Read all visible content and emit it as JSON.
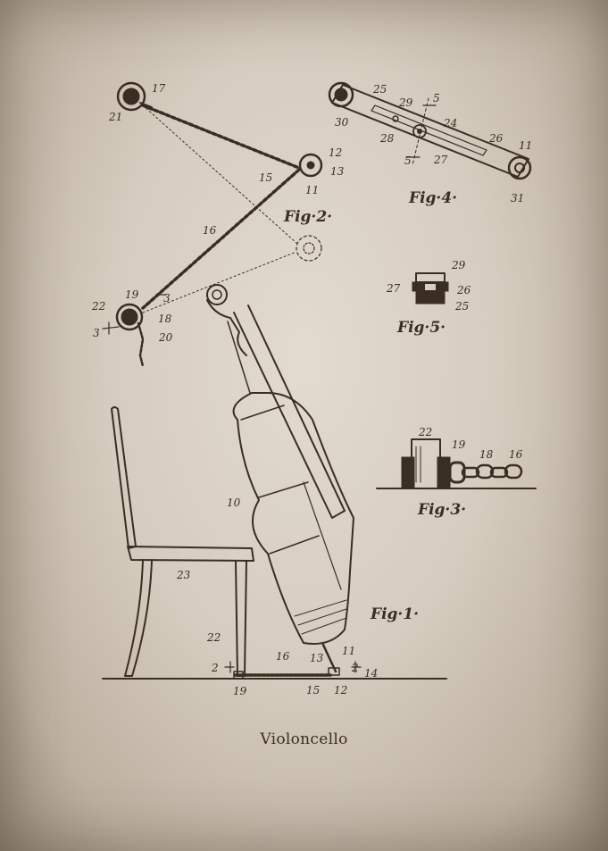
{
  "caption": "Violoncello",
  "figures": {
    "fig1": "Fig·1·",
    "fig2": "Fig·2·",
    "fig3": "Fig·3·",
    "fig4": "Fig·4·",
    "fig5": "Fig·5·"
  },
  "labels": {
    "fig2": [
      "21",
      "17",
      "12",
      "13",
      "15",
      "11",
      "16",
      "22",
      "19",
      "3",
      "3",
      "18",
      "20"
    ],
    "fig4": [
      "25",
      "29",
      "5",
      "24",
      "30",
      "28",
      "26",
      "11",
      "5",
      "27",
      "31"
    ],
    "fig5": [
      "29",
      "27",
      "26",
      "25"
    ],
    "fig3": [
      "22",
      "19",
      "18",
      "16"
    ],
    "fig1": [
      "10",
      "23",
      "22",
      "13",
      "11",
      "16",
      "2",
      "2",
      "14",
      "19",
      "15",
      "12"
    ]
  },
  "colors": {
    "ink": "#3a2d22",
    "paper": "#d8cfc3"
  }
}
